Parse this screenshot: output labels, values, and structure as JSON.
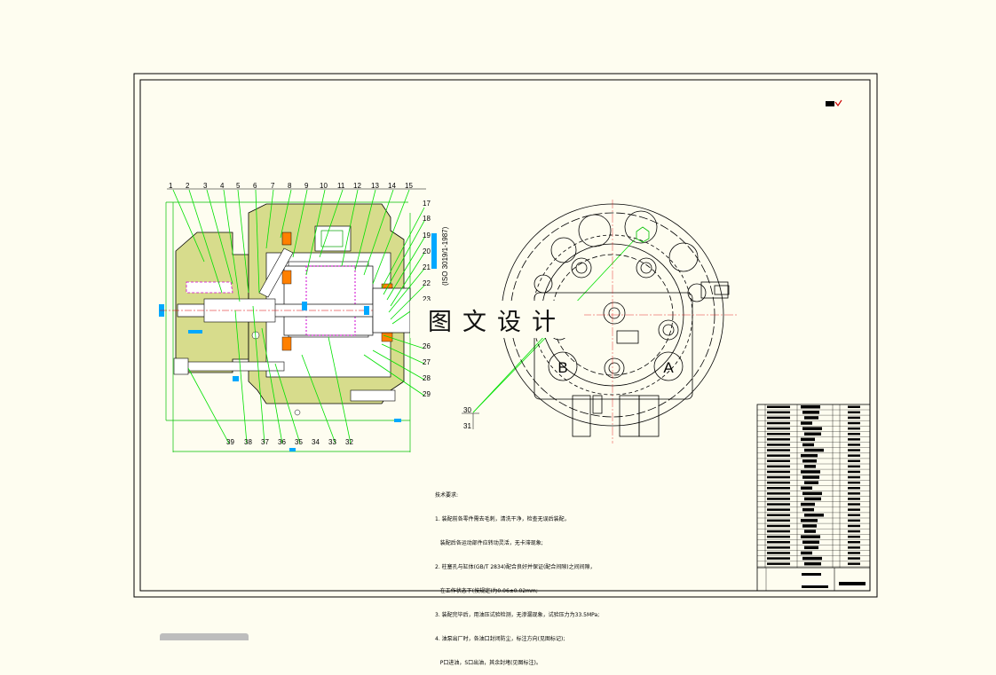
{
  "watermark": "图文设计",
  "part_numbers_top": [
    "1",
    "2",
    "3",
    "4",
    "5",
    "6",
    "7",
    "8",
    "9",
    "10",
    "11",
    "12",
    "13",
    "14",
    "15"
  ],
  "part_numbers_right": [
    "17",
    "18",
    "19",
    "20",
    "21",
    "22",
    "23",
    "26",
    "27",
    "28",
    "29"
  ],
  "part_numbers_bottom": [
    "39",
    "38",
    "37",
    "36",
    "35",
    "34",
    "33",
    "32"
  ],
  "part_numbers_side": [
    "30",
    "31"
  ],
  "port_labels": {
    "a": "A",
    "b": "B"
  },
  "dimension_note": "(ISO 3019/1-1987)",
  "tech_notes": {
    "title": "技术要求:",
    "items": [
      "1. 装配前各零件需去毛刺，清洗干净，检查无误后装配，",
      "   装配后各运动部件应转动灵活，无卡滞现象;",
      "2. 柱塞孔与缸体(GB/T 2834)配合良好并保证(配合间隙)之间间隙，",
      "   在工作状态下(按规定)为0.06±0.02mm;",
      "3. 装配完毕后，用油压试验检测，无渗漏现象，试验压力为33.5MPa;",
      "4. 油泵出厂时，各油口封闭防尘，标注方向(见图标记);",
      "   P口进油，S口出油，其余封堵(见图标注)。"
    ]
  }
}
